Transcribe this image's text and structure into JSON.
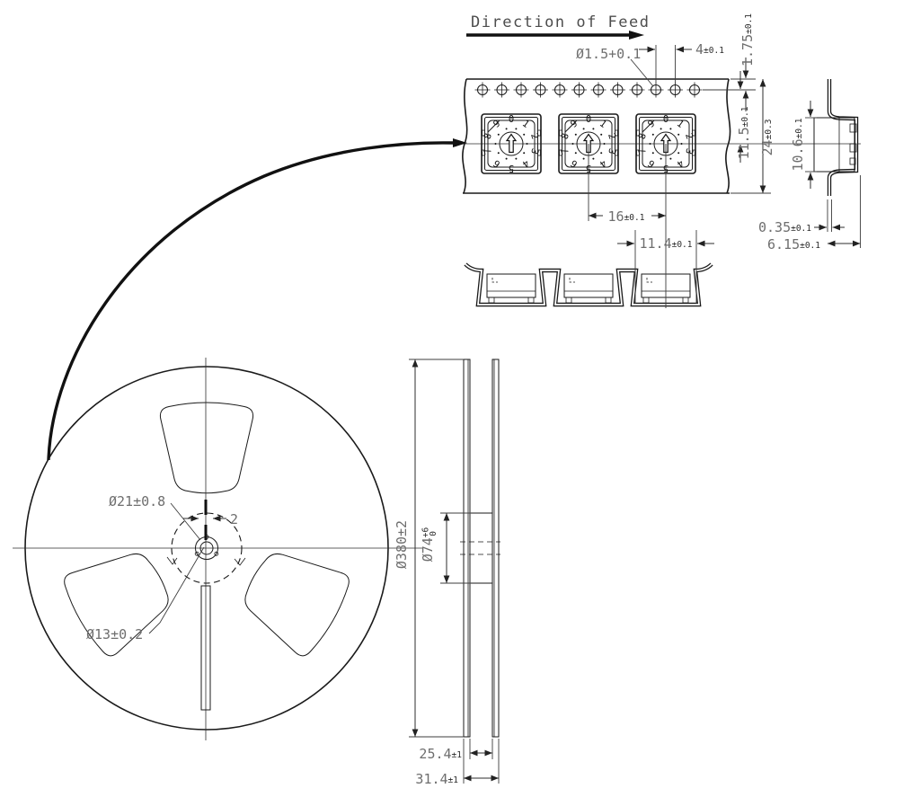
{
  "drawing": {
    "feed_label": "Direction of Feed",
    "tape": {
      "hole_dia": "Ø1.5+0.1",
      "hole_pitch": {
        "v": "4",
        "t": "±0.1"
      },
      "edge_margin": {
        "v": "1.75",
        "t": "±0.1"
      },
      "hole_to_center": {
        "v": "11.5",
        "t": "±0.1"
      },
      "tape_width": {
        "v": "24",
        "t": "±0.3"
      },
      "pocket_pitch": {
        "v": "16",
        "t": "±0.1"
      },
      "pocket_width": {
        "v": "11.4",
        "t": "±0.1"
      },
      "component_height": {
        "v": "10.6",
        "t": "±0.1"
      },
      "tape_thickness": {
        "v": "0.35",
        "t": "±0.1"
      },
      "pocket_depth": {
        "v": "6.15",
        "t": "±0.1"
      }
    },
    "reel": {
      "hub_ring_dia": "Ø21±0.8",
      "arbor_hole_dia": "Ø13±0.2",
      "slot_width": "2",
      "flange_dia": "Ø380±2",
      "hub_dia": {
        "v": "Ø74",
        "up": "+6",
        "dn": "0"
      },
      "inner_width": {
        "v": "25.4",
        "t": "±1"
      },
      "overall_width": {
        "v": "31.4",
        "t": "±1"
      }
    },
    "dial": {
      "digits": [
        "0",
        "1",
        "2",
        "3",
        "4",
        "5",
        "6",
        "7",
        "8",
        "9"
      ]
    }
  }
}
